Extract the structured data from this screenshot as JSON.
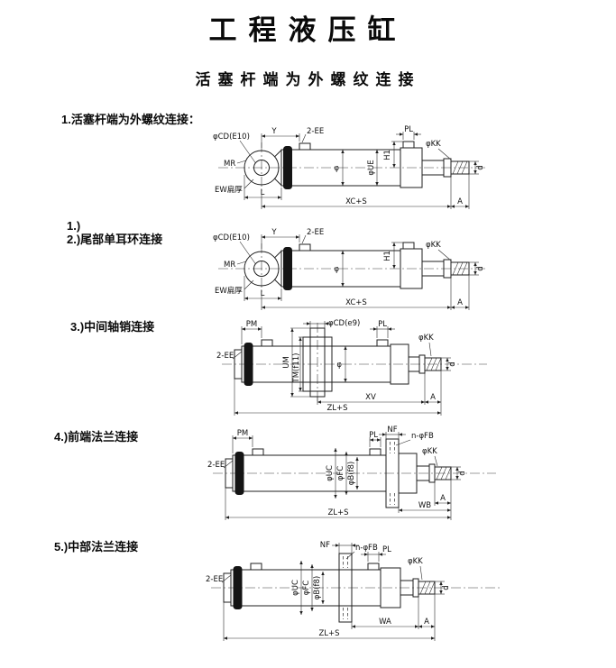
{
  "page": {
    "title": "工程液压缸",
    "subtitle": "活塞杆端为外螺纹连接"
  },
  "sections": {
    "s1": {
      "heading": "1.活塞杆端为外螺纹连接：",
      "labels": {
        "y": "Y",
        "ee": "2-EE",
        "cd": "φCD(E10)",
        "h1": "H1",
        "pl": "PL",
        "kk": "φKK",
        "mr": "MR",
        "ue": "φUE",
        "phi": "φ",
        "d": "d",
        "ew": "EW扁厚",
        "l": "L",
        "xcs": "XC+S",
        "a": "A"
      }
    },
    "s2": {
      "num1": "1.)",
      "num2": "2.)",
      "text": "尾部单耳环连接",
      "labels": {
        "y": "Y",
        "ee": "2-EE",
        "cd": "φCD(E10)",
        "h1": "H1",
        "kk": "φKK",
        "mr": "MR",
        "phi": "φ",
        "d": "d",
        "ew": "EW扁厚",
        "l": "L",
        "xcs": "XC+S",
        "a": "A"
      }
    },
    "s3": {
      "heading": "3.)中间轴销连接",
      "labels": {
        "pm": "PM",
        "cd": "φCD(e9)",
        "pl": "PL",
        "kk": "φKK",
        "ee": "2-EE",
        "um": "UM",
        "tm": "TM(f11)",
        "phi": "φ",
        "d": "d",
        "xv": "XV",
        "a": "A",
        "zls": "ZL+S"
      }
    },
    "s4": {
      "heading": "4.)前端法兰连接",
      "labels": {
        "pm": "PM",
        "nf": "NF",
        "nfb": "n-φFB",
        "pl": "PL",
        "kk": "φKK",
        "ee": "2-EE",
        "uc": "φUC",
        "fc": "φFC",
        "b": "φB(f8)",
        "d": "d",
        "zls": "ZL+S",
        "wb": "WB",
        "a": "A"
      }
    },
    "s5": {
      "heading": "5.)中部法兰连接",
      "labels": {
        "nf": "NF",
        "nfb": "n-φFB",
        "pl": "PL",
        "kk": "φKK",
        "ee": "2-EE",
        "uc": "φUC",
        "fc": "φFC",
        "b": "φB(f8)",
        "d": "d",
        "wa": "WA",
        "zls": "ZL+S",
        "a": "A"
      }
    }
  }
}
